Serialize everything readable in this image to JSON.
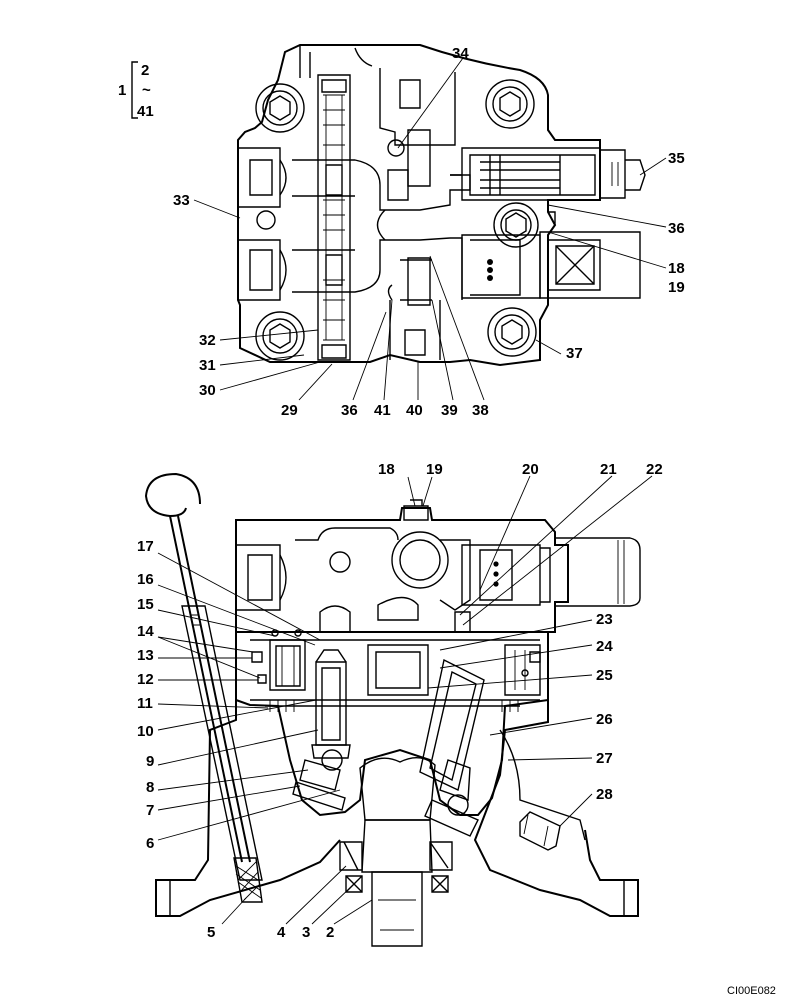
{
  "bracket": {
    "parent": "1",
    "first": "2",
    "tilde": "~",
    "last": "41"
  },
  "labels": {
    "l2": "2",
    "l3": "3",
    "l4": "4",
    "l5": "5",
    "l6": "6",
    "l7": "7",
    "l8": "8",
    "l9": "9",
    "l10": "10",
    "l11": "11",
    "l12": "12",
    "l13": "13",
    "l14": "14",
    "l15": "15",
    "l16": "16",
    "l17": "17",
    "l18a": "18",
    "l18b": "18",
    "l19a": "19",
    "l19b": "19",
    "l20": "20",
    "l21": "21",
    "l22": "22",
    "l23": "23",
    "l24": "24",
    "l25": "25",
    "l26": "26",
    "l27": "27",
    "l28": "28",
    "l29": "29",
    "l30": "30",
    "l31": "31",
    "l32": "32",
    "l33": "33",
    "l34": "34",
    "l35": "35",
    "l36a": "36",
    "l36b": "36",
    "l37": "37",
    "l38": "38",
    "l39": "39",
    "l40": "40",
    "l41": "41"
  },
  "drawing_code": "CI00E082"
}
